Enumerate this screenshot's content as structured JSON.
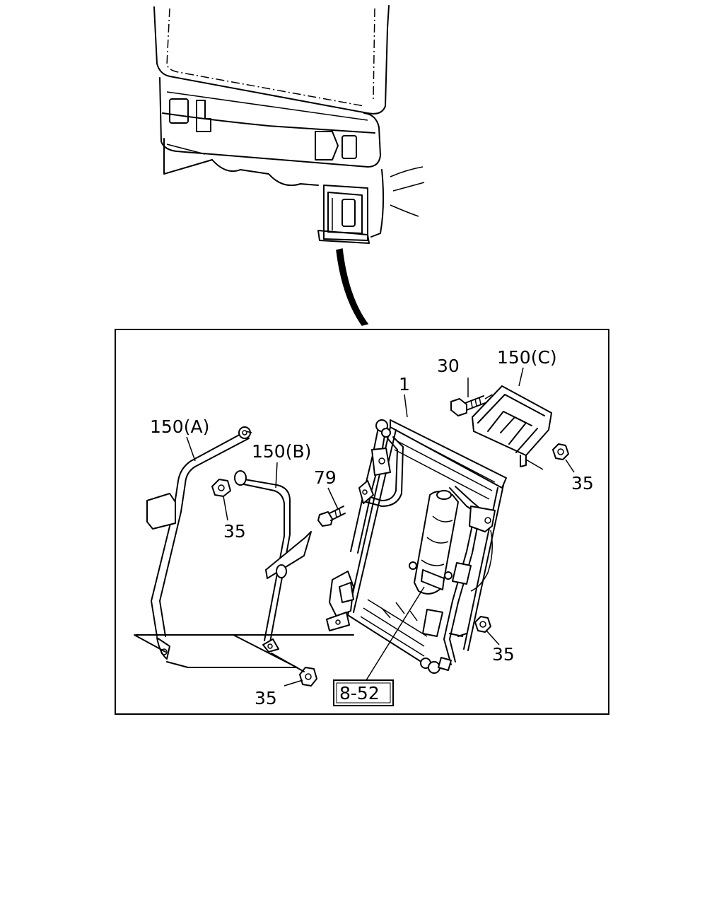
{
  "labels": {
    "condenser": "1",
    "bolt_30": "30",
    "bracket_c": "150(C)",
    "bracket_a": "150(A)",
    "bracket_b": "150(B)",
    "bolt_79": "79",
    "nut_35_a": "35",
    "nut_35_b": "35",
    "nut_35_c": "35",
    "nut_35_d": "35",
    "ref_page": "8-52"
  },
  "icons": {
    "view_arrow": "callout-arrow-icon"
  }
}
